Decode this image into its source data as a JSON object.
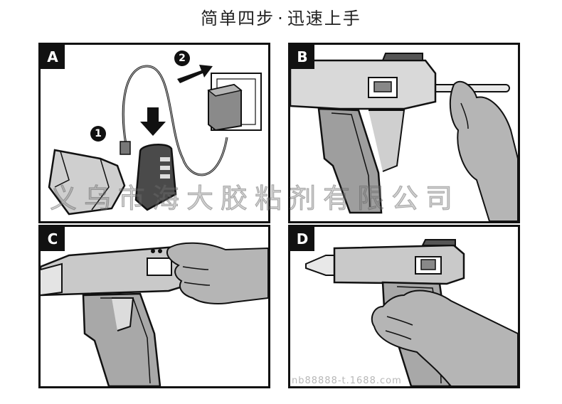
{
  "header": {
    "title_main": "简单四步",
    "separator": "·",
    "title_sub": "迅速上手"
  },
  "panels": [
    {
      "label": "A",
      "steps": [
        "1",
        "2"
      ]
    },
    {
      "label": "B"
    },
    {
      "label": "C"
    },
    {
      "label": "D"
    }
  ],
  "watermark": {
    "text": "义乌市海大胶粘剂有限公司",
    "bottom_text": "nb88888-t.1688.com"
  },
  "colors": {
    "ink": "#111111",
    "shade": "#9a9a9a",
    "light": "#d6d6d6",
    "background": "#ffffff"
  }
}
